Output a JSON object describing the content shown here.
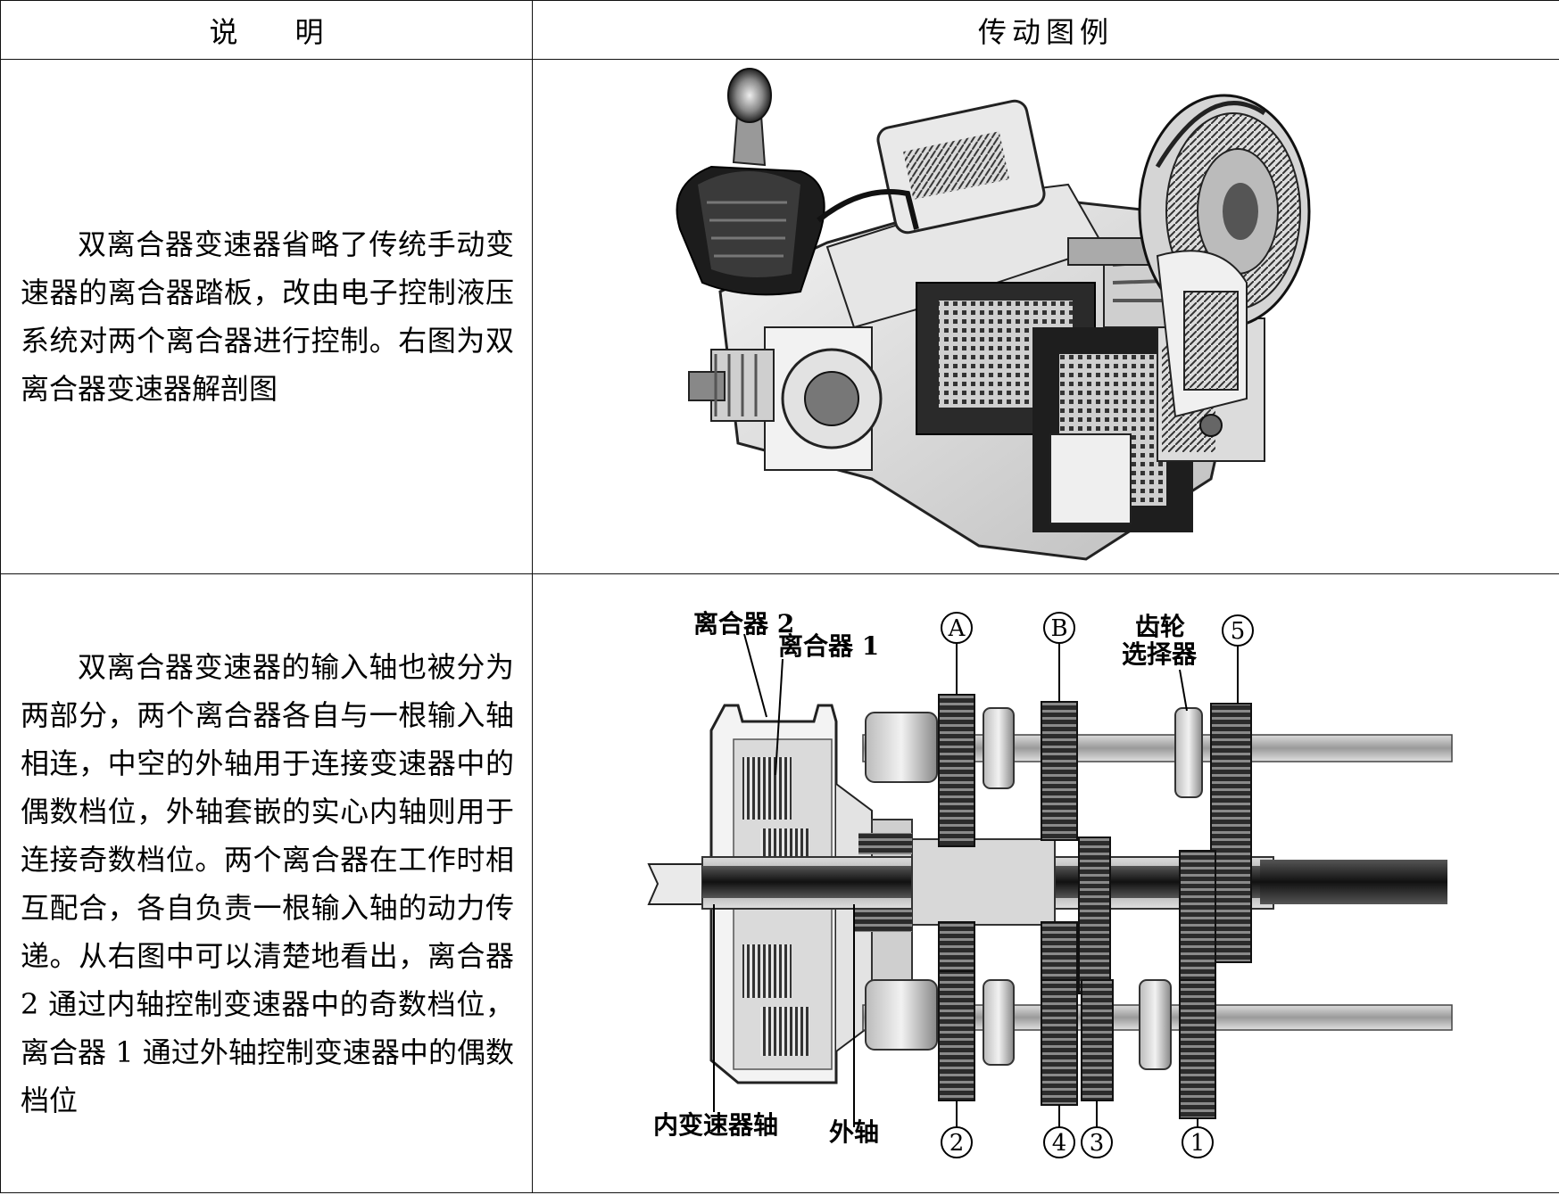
{
  "table": {
    "header": {
      "col1": "说　　明",
      "col2": "传动图例"
    },
    "rows": [
      {
        "text": "双离合器变速器省略了传统手动变速器的离合器踏板，改由电子控制液压系统对两个离合器进行控制。右图为双离合器变速器解剖图"
      },
      {
        "text": "双离合器变速器的输入轴也被分为两部分，两个离合器各自与一根输入轴相连，中空的外轴用于连接变速器中的偶数档位，外轴套嵌的实心内轴则用于连接奇数档位。两个离合器在工作时相互配合，各自负责一根输入轴的动力传递。从右图中可以清楚地看出，离合器 2 通过内轴控制变速器中的奇数档位，离合器 1 通过外轴控制变速器中的偶数档位"
      }
    ]
  },
  "diagram": {
    "labels": {
      "clutch2": "离合器 2",
      "clutch1": "离合器 1",
      "gear_selector_line1": "齿轮",
      "gear_selector_line2": "选择器",
      "inner_shaft": "内变速器轴",
      "outer_shaft": "外轴"
    },
    "circled": {
      "A": "A",
      "B": "B",
      "five": "5",
      "two": "2",
      "four": "4",
      "three": "3",
      "one": "1"
    }
  }
}
